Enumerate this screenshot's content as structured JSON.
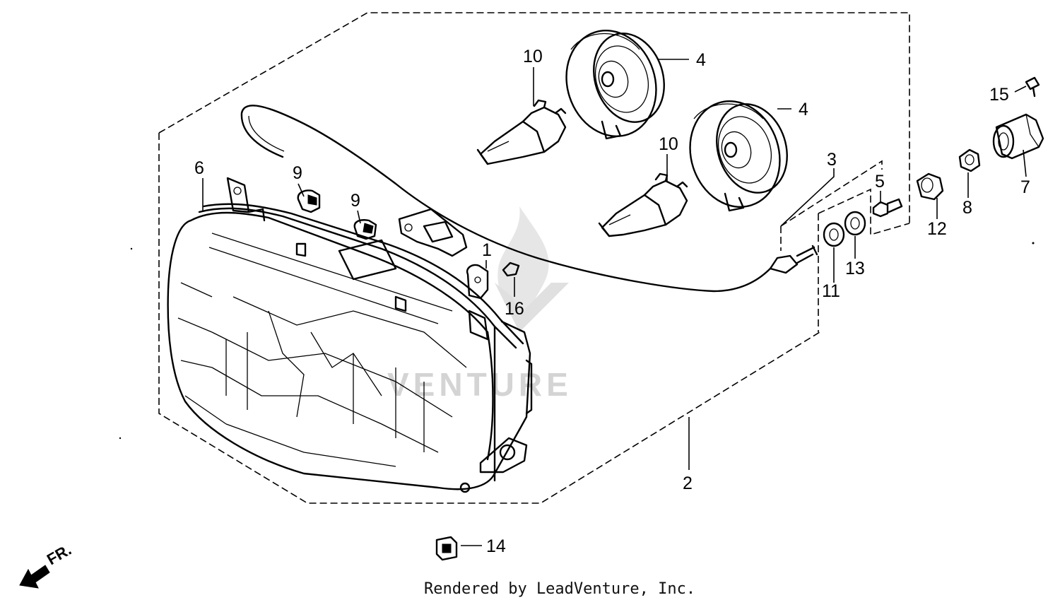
{
  "diagram": {
    "watermark": "VENTURE",
    "credit": "Rendered by LeadVenture, Inc.",
    "direction_label": "FR.",
    "callouts": [
      {
        "id": "c1",
        "label": "1"
      },
      {
        "id": "c2",
        "label": "2"
      },
      {
        "id": "c3",
        "label": "3"
      },
      {
        "id": "c4a",
        "label": "4"
      },
      {
        "id": "c4b",
        "label": "4"
      },
      {
        "id": "c5",
        "label": "5"
      },
      {
        "id": "c6",
        "label": "6"
      },
      {
        "id": "c7",
        "label": "7"
      },
      {
        "id": "c8",
        "label": "8"
      },
      {
        "id": "c9a",
        "label": "9"
      },
      {
        "id": "c9b",
        "label": "9"
      },
      {
        "id": "c10a",
        "label": "10"
      },
      {
        "id": "c10b",
        "label": "10"
      },
      {
        "id": "c11",
        "label": "11"
      },
      {
        "id": "c12",
        "label": "12"
      },
      {
        "id": "c13",
        "label": "13"
      },
      {
        "id": "c14",
        "label": "14"
      },
      {
        "id": "c15",
        "label": "15"
      },
      {
        "id": "c16",
        "label": "16"
      }
    ]
  }
}
